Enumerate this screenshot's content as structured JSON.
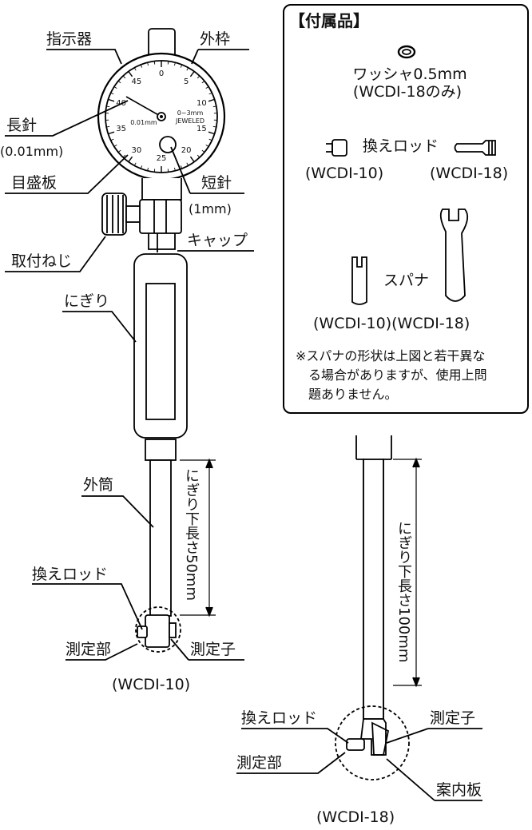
{
  "left_labels": {
    "indicator": "指示器",
    "frame": "外枠",
    "long_needle": "長針",
    "long_needle_unit": "(0.01mm)",
    "dial": "目盛板",
    "short_needle": "短針",
    "short_needle_unit": "(1mm)",
    "clamp_screw": "取付ねじ",
    "cap": "キャップ",
    "grip": "にぎり",
    "outer_tube": "外筒",
    "grip_length": "にぎり下長さ50mm",
    "rod": "換えロッド",
    "measuring_part": "測定部",
    "contact": "測定子",
    "model": "(WCDI-10)"
  },
  "dial_face": {
    "numbers": [
      "0",
      "5",
      "10",
      "15",
      "20",
      "25",
      "30",
      "35",
      "40",
      "45"
    ],
    "spec_line1": "0~3mm",
    "spec_line2": "JEWELED",
    "resolution": "0.01mm"
  },
  "accessories": {
    "title": "【付属品】",
    "washer": "ワッシャ0.5mm",
    "washer_note": "(WCDI-18のみ)",
    "rod": "換えロッド",
    "rod_model_a": "(WCDI-10)",
    "rod_model_b": "(WCDI-18)",
    "spanner": "スパナ",
    "spanner_models": "(WCDI-10)(WCDI-18)",
    "note_line1": "※スパナの形状は上図と若干異な",
    "note_line2": "る場合がありますが、使用上問",
    "note_line3": "題ありません。"
  },
  "right_labels": {
    "grip_length": "にぎり下長さ100mm",
    "rod": "換えロッド",
    "contact": "測定子",
    "measuring_part": "測定部",
    "guide_plate": "案内板",
    "model": "(WCDI-18)"
  }
}
